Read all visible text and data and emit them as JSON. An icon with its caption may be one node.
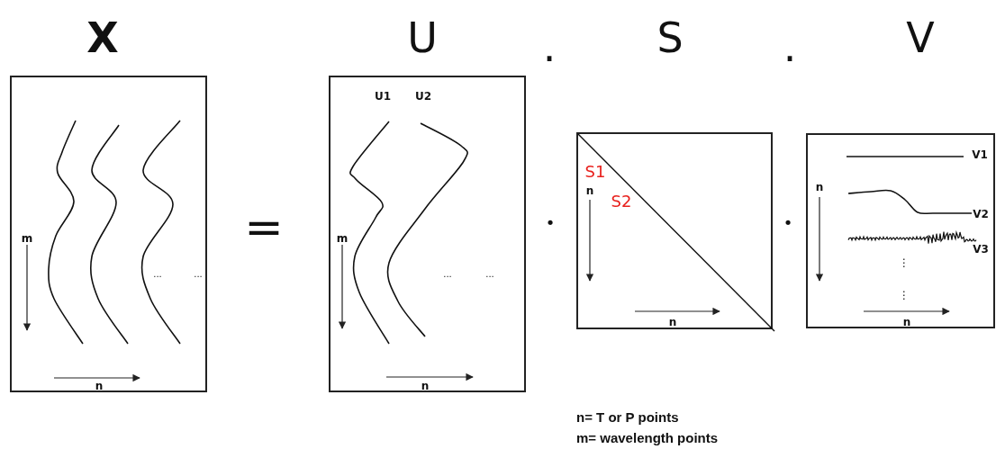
{
  "diagram": {
    "nodes": [
      {
        "text": [
          "X",
          "m",
          "n",
          "...",
          "..."
        ]
      },
      {
        "text": [
          "U",
          "U1",
          "U2",
          "m",
          "n",
          "...",
          "..."
        ]
      },
      {
        "text": [
          "S",
          "S1",
          "S2",
          "n",
          "n"
        ]
      },
      {
        "text": [
          "V",
          "V1",
          "V2",
          "V3",
          "n",
          "⋮",
          "⋮",
          "n"
        ]
      }
    ],
    "labels": [
      ".",
      ".",
      "=",
      "•",
      "•",
      "n= T or P points",
      "m= wavelength points"
    ]
  }
}
